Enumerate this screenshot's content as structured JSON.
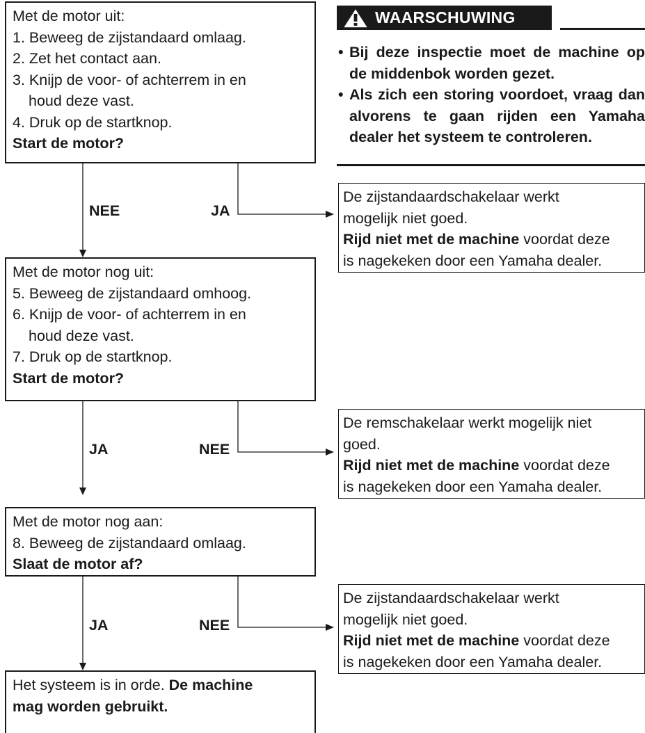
{
  "steps": [
    {
      "lines": [
        "Met de motor uit:",
        "1. Beweeg de zijstandaard omlaag.",
        "2. Zet het contact aan.",
        "3. Knijp de voor- of achterrem in en",
        "houd deze vast.",
        "4. Druk op de startknop."
      ],
      "question": "Start de motor?"
    },
    {
      "lines": [
        "Met de motor nog uit:",
        "5. Beweeg de zijstandaard omhoog.",
        "6. Knijp de voor- of achterrem in en",
        "houd deze vast.",
        "7. Druk op de startknop."
      ],
      "question": "Start de motor?"
    },
    {
      "lines": [
        "Met de motor nog aan:",
        "8. Beweeg de zijstandaard omlaag."
      ],
      "question": "Slaat de motor af?"
    }
  ],
  "final": {
    "text": "Het systeem is in orde.",
    "bold1": "De machine",
    "bold2": "mag worden gebruikt."
  },
  "branches": [
    {
      "down_label": "NEE",
      "right_label": "JA"
    },
    {
      "down_label": "JA",
      "right_label": "NEE"
    },
    {
      "down_label": "JA",
      "right_label": "NEE"
    }
  ],
  "results": [
    {
      "line1": "De zijstandaardschakelaar werkt",
      "line2": "mogelijk niet goed.",
      "bold": "Rijd niet met de machine",
      "rest1": "voordat deze",
      "line4": "is nagekeken door een Yamaha dealer."
    },
    {
      "line1": "De remschakelaar werkt mogelijk niet",
      "line2": "goed.",
      "bold": "Rijd niet met de machine",
      "rest1": "voordat deze",
      "line4": "is nagekeken door een Yamaha dealer."
    },
    {
      "line1": "De zijstandaardschakelaar werkt",
      "line2": "mogelijk niet goed.",
      "bold": "Rijd niet met de machine",
      "rest1": "voordat deze",
      "line4": "is nagekeken door een Yamaha dealer."
    }
  ],
  "warning": {
    "title": "WAARSCHUWING",
    "items": [
      "Bij deze inspectie moet de machine op de middenbok worden gezet.",
      "Als zich een storing voordoet, vraag dan alvorens te gaan rijden een Yamaha dealer het systeem te controleren."
    ]
  }
}
